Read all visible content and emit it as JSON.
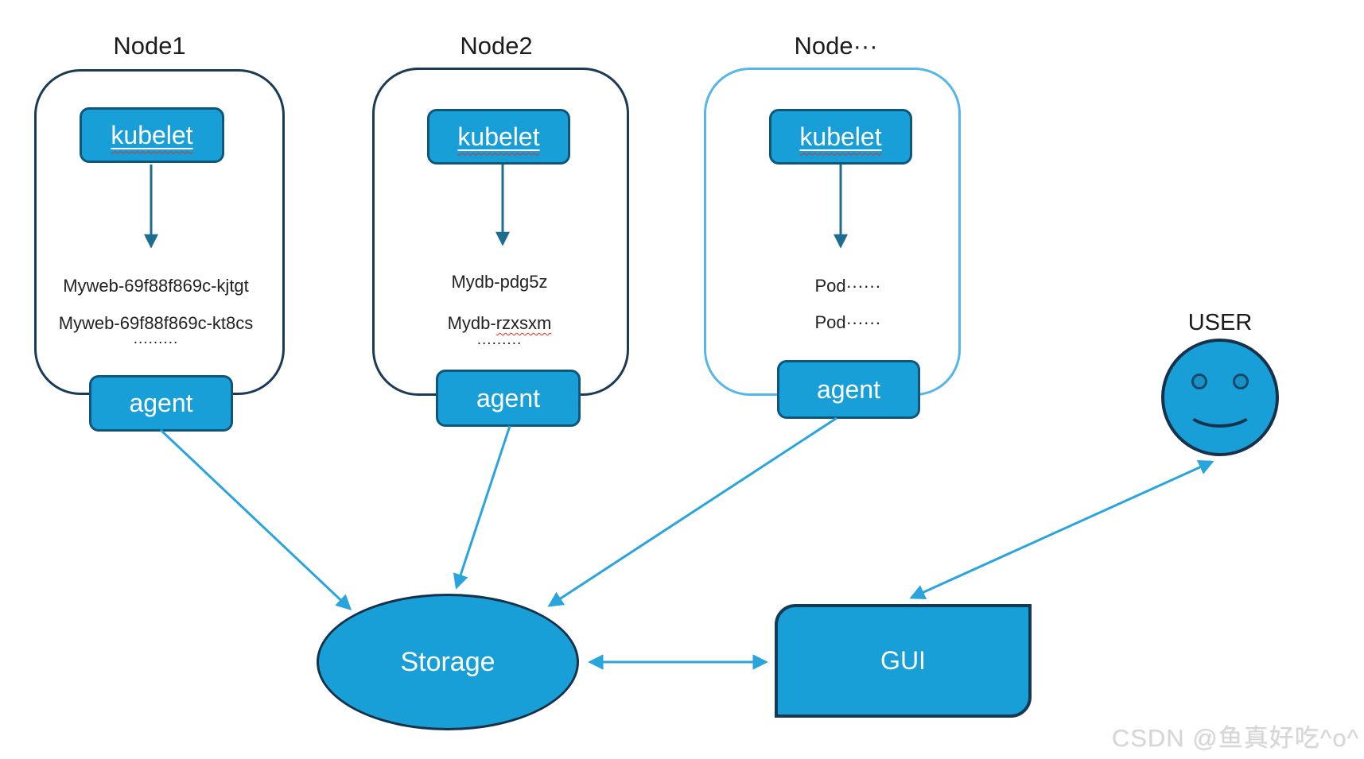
{
  "nodes": [
    {
      "title": "Node1",
      "kubelet_label": "kubelet",
      "pod1": "Myweb-69f88f869c-kjtgt",
      "pod2": "Myweb-69f88f869c-kt8cs",
      "ellipsis": ".........",
      "agent_label": "agent"
    },
    {
      "title": "Node2",
      "kubelet_label": "kubelet",
      "pod1": "Mydb-pdg5z",
      "pod2_prefix": "Mydb-",
      "pod2_misspelled": "rzxsxm",
      "ellipsis": ".........",
      "agent_label": "agent"
    },
    {
      "title": "Node···",
      "kubelet_label": "kubelet",
      "pod1": "Pod······",
      "pod2": "Pod······",
      "agent_label": "agent"
    }
  ],
  "storage": {
    "label": "Storage"
  },
  "gui": {
    "label": "GUI"
  },
  "user": {
    "label": "USER"
  },
  "watermark": "CSDN @鱼真好吃^o^",
  "connections": [
    {
      "from": "node1-kubelet",
      "to": "node1-pods",
      "style": "single-arrow"
    },
    {
      "from": "node2-kubelet",
      "to": "node2-pods",
      "style": "single-arrow"
    },
    {
      "from": "node3-kubelet",
      "to": "node3-pods",
      "style": "single-arrow"
    },
    {
      "from": "node1-agent",
      "to": "storage",
      "style": "single-arrow"
    },
    {
      "from": "node2-agent",
      "to": "storage",
      "style": "single-arrow"
    },
    {
      "from": "node3-agent",
      "to": "storage",
      "style": "single-arrow"
    },
    {
      "from": "storage",
      "to": "gui",
      "style": "double-arrow"
    },
    {
      "from": "gui",
      "to": "user",
      "style": "double-arrow"
    }
  ],
  "colors": {
    "shape_fill": "#189fd8",
    "dark_border": "#15324a",
    "node_outline": "#1b3a55",
    "node3_outline": "#55b6e9",
    "arrow_blue": "#2aa4dd",
    "kubelet_arrow_teal": "#1e6d8f",
    "spellcheck_red": "#d93025",
    "watermark_gray": "#d6d6d6"
  }
}
